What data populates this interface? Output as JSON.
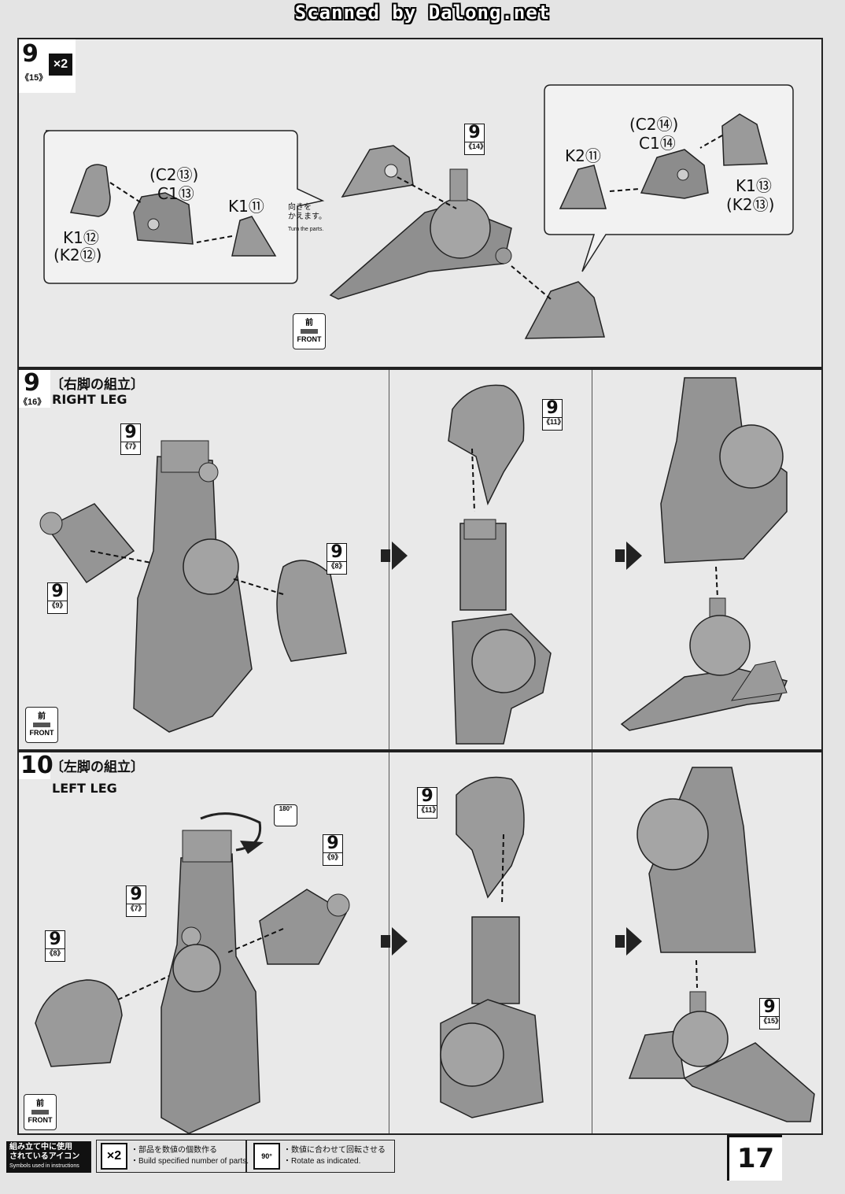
{
  "watermark": "Scanned by Dalong.net",
  "section_top": {
    "step_number": "9",
    "step_sub": "《15》",
    "multiplier": "×2",
    "left_callout": {
      "c2": "(C2⑬)",
      "c1": "C1⑬",
      "k1_right": "K1⑪",
      "k1_left": "K1⑫",
      "k2_left": "(K2⑫)"
    },
    "turn_note_jp": "向きを\nかえます。",
    "turn_note_en": "Turn the parts.",
    "center_ref": {
      "num": "9",
      "sub": "《14》"
    },
    "right_callout": {
      "c2": "(C2⑭)",
      "c1": "C1⑭",
      "k2": "K2⑪",
      "k1": "K1⑬",
      "k2b": "(K2⑬)"
    },
    "front_label_jp": "前",
    "front_label_en": "FRONT"
  },
  "section_right_leg": {
    "step_number": "9",
    "step_sub": "《16》",
    "title_jp": "〔右脚の組立〕",
    "title_en": "RIGHT LEG",
    "refs": [
      {
        "num": "9",
        "sub": "《7》"
      },
      {
        "num": "9",
        "sub": "《8》"
      },
      {
        "num": "9",
        "sub": "《9》"
      },
      {
        "num": "9",
        "sub": "《11》"
      }
    ],
    "front_label_jp": "前",
    "front_label_en": "FRONT"
  },
  "section_left_leg": {
    "step_number": "10",
    "title_jp": "〔左脚の組立〕",
    "title_en": "LEFT LEG",
    "rotate": "180°",
    "refs": [
      {
        "num": "9",
        "sub": "《9》"
      },
      {
        "num": "9",
        "sub": "《7》"
      },
      {
        "num": "9",
        "sub": "《8》"
      },
      {
        "num": "9",
        "sub": "《11》"
      },
      {
        "num": "9",
        "sub": "《15》"
      }
    ],
    "front_label_jp": "前",
    "front_label_en": "FRONT"
  },
  "footer": {
    "symbols_jp_1": "組み立て中に使用",
    "symbols_jp_2": "されているアイコン",
    "symbols_en": "Symbols used in instructions",
    "x2_icon": "×2",
    "x2_jp": "・部品を数値の個数作る",
    "x2_en": "・Build specified number of parts.",
    "rot_icon": "90°",
    "rot_jp": "・数値に合わせて回転させる",
    "rot_en": "・Rotate as indicated."
  },
  "page_number": "17"
}
